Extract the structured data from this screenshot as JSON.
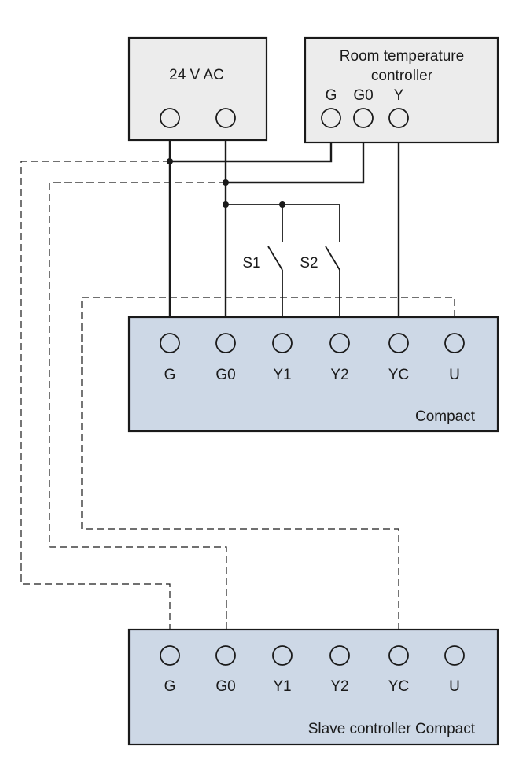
{
  "supply": {
    "label": "24 V AC"
  },
  "room_controller": {
    "title_line1": "Room temperature",
    "title_line2": "controller",
    "terminals": [
      "G",
      "G0",
      "Y"
    ]
  },
  "switches": [
    "S1",
    "S2"
  ],
  "compact": {
    "label": "Compact",
    "terminals": [
      "G",
      "G0",
      "Y1",
      "Y2",
      "YC",
      "U"
    ]
  },
  "slave": {
    "label": "Slave controller Compact",
    "terminals": [
      "G",
      "G0",
      "Y1",
      "Y2",
      "YC",
      "U"
    ]
  }
}
